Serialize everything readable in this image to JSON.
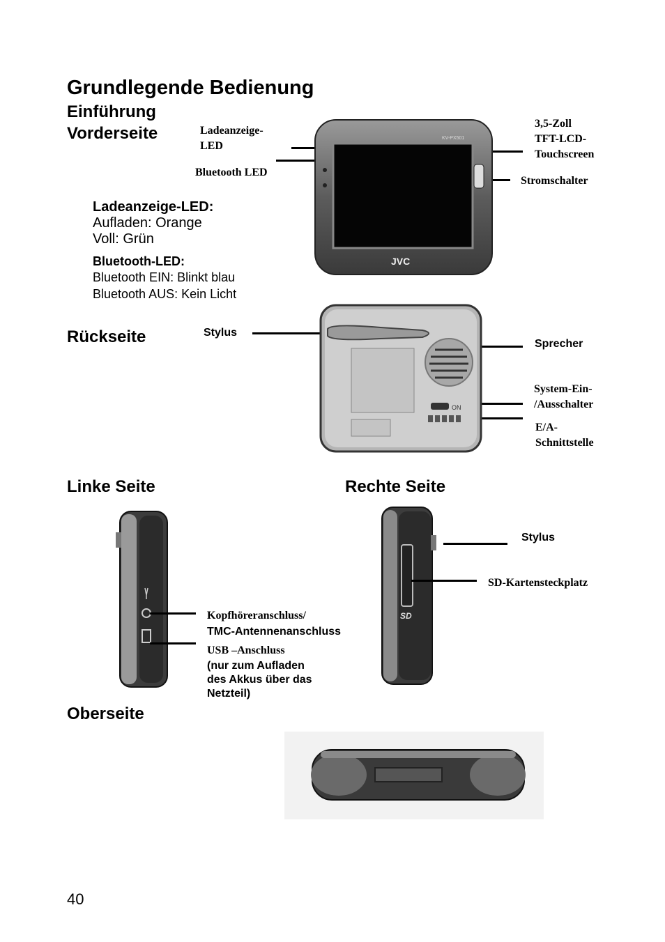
{
  "title": "Grundlegende Bedienung",
  "subtitle": "Einführung",
  "front": {
    "heading": "Vorderseite",
    "callouts": {
      "charge_led": "Ladeanzeige-\nLED",
      "bluetooth_led": "Bluetooth LED",
      "touchscreen": "3,5-Zoll\nTFT-LCD-\nTouchscreen",
      "power_switch": "Stromschalter"
    },
    "model_label": "KV-PX501",
    "brand": "JVC",
    "legend": {
      "charge_heading": "Ladeanzeige-LED:",
      "charge_line1": "Aufladen: Orange",
      "charge_line2": "Voll: Grün",
      "bt_heading": "Bluetooth-LED:",
      "bt_line1": "Bluetooth EIN: Blinkt blau",
      "bt_line2": "Bluetooth AUS: Kein Licht"
    }
  },
  "back": {
    "heading": "Rückseite",
    "callouts": {
      "stylus": "Stylus",
      "speaker": "Sprecher",
      "system_switch": "System-Ein-\n/Ausschalter",
      "io_port": "E/A-\nSchnittstelle"
    },
    "switch_label": "ON"
  },
  "left": {
    "heading": "Linke Seite",
    "callouts": {
      "headphone_line1": "Kopfhöreranschluss/",
      "headphone_line2": "TMC-Antennenanschluss",
      "usb_line1": "USB –Anschluss",
      "usb_line2": "(nur zum Aufladen\ndes Akkus über das\nNetzteil)"
    }
  },
  "right": {
    "heading": "Rechte Seite",
    "callouts": {
      "stylus": "Stylus",
      "sd_slot": "SD-Kartensteckplatz"
    },
    "sd_logo": "SD"
  },
  "top": {
    "heading": "Oberseite"
  },
  "page_number": "40"
}
